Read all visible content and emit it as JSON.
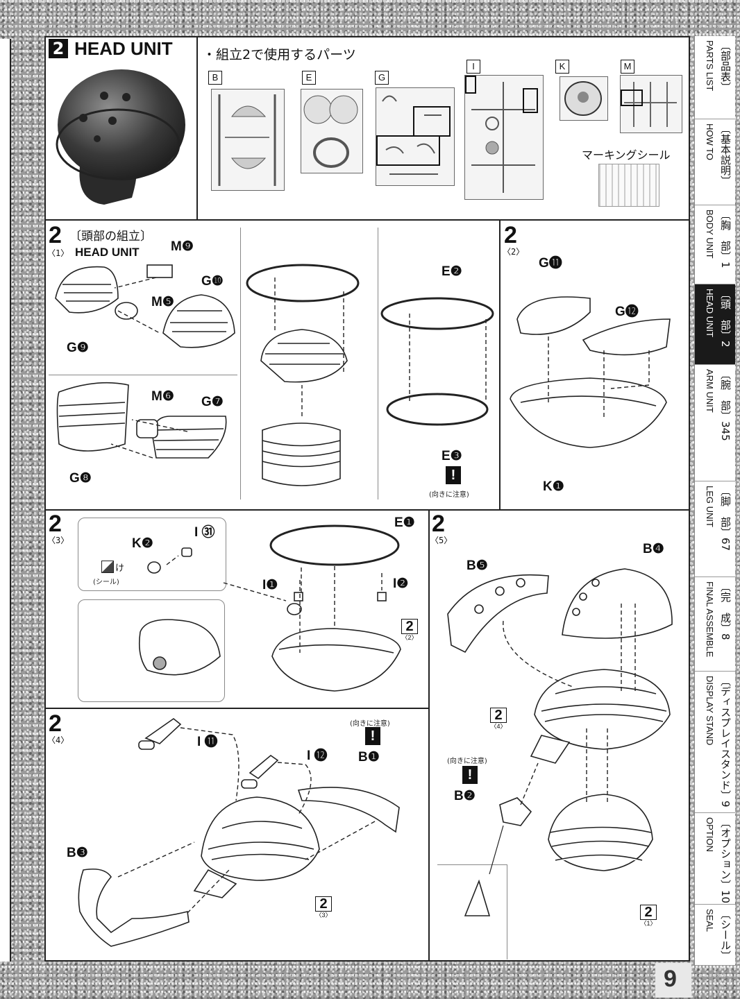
{
  "header": {
    "step_number": "2",
    "title": "HEAD UNIT",
    "parts_used_label": "・組立2で使用するパーツ",
    "runners": [
      "B",
      "E",
      "G",
      "I",
      "K",
      "M"
    ],
    "sticker_label": "マーキングシール"
  },
  "steps": {
    "s1": {
      "step": "2",
      "sub": "〈1〉",
      "title_jp": "〔頭部の組立〕",
      "title_en": "HEAD UNIT",
      "parts": [
        "M❾",
        "G❿",
        "M❺",
        "G❾",
        "M❻",
        "G❼",
        "G❽"
      ]
    },
    "s1b": {
      "parts": [
        "E❷",
        "E❸"
      ],
      "caution": "(向きに注意)"
    },
    "s2": {
      "step": "2",
      "sub": "〈2〉",
      "parts": [
        "G⓫",
        "G⓬",
        "K❶"
      ]
    },
    "s3": {
      "step": "2",
      "sub": "〈3〉",
      "parts": [
        "K❷",
        "I ㉛",
        "E❶",
        "I❶",
        "I❷"
      ],
      "sticker_note": "(シール)",
      "sticker_code": "け",
      "ref_step": "2",
      "ref_sub": "〈2〉"
    },
    "s4": {
      "step": "2",
      "sub": "〈4〉",
      "parts": [
        "I ⓫",
        "I ⓬",
        "B❶",
        "B❸"
      ],
      "caution": "(向きに注意)",
      "ref_step": "2",
      "ref_sub": "〈3〉"
    },
    "s5": {
      "step": "2",
      "sub": "〈5〉",
      "parts": [
        "B❺",
        "B❹",
        "B❷"
      ],
      "caution": "(向きに注意)",
      "ref_a_step": "2",
      "ref_a_sub": "〈4〉",
      "ref_b_step": "2",
      "ref_b_sub": "〈1〉"
    }
  },
  "sidebar": {
    "tabs": [
      {
        "jp": "〔部品表〕",
        "en": "PARTS LIST",
        "active": false
      },
      {
        "jp": "〔基本説明〕",
        "en": "HOW TO",
        "active": false
      },
      {
        "jp": "〔胸　部〕1",
        "en": "BODY UNIT",
        "active": false
      },
      {
        "jp": "〔頭　部〕2",
        "en": "HEAD UNIT",
        "active": true
      },
      {
        "jp": "〔腕　部〕345",
        "en": "ARM UNIT",
        "active": false
      },
      {
        "jp": "〔脚　部〕67",
        "en": "LEG UNIT",
        "active": false
      },
      {
        "jp": "〔完　成〕8",
        "en": "FINAL ASSEMBLE",
        "active": false
      },
      {
        "jp": "〔ディスプレイスタンド〕9",
        "en": "DISPLAY STAND",
        "active": false
      },
      {
        "jp": "〔オプション〕10",
        "en": "OPTION",
        "active": false
      },
      {
        "jp": "〔シール〕",
        "en": "SEAL",
        "active": false
      }
    ]
  },
  "page_number": "9"
}
